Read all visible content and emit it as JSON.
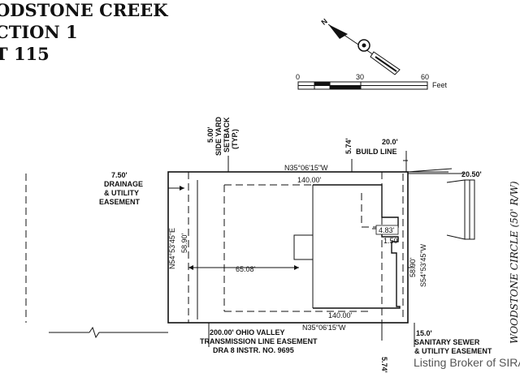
{
  "title_lines": [
    "ODSTONE CREEK",
    "CTION 1",
    "T 115"
  ],
  "north_label": "N",
  "scale": {
    "ticks": [
      "0",
      "30",
      "60"
    ],
    "unit": "Feet"
  },
  "labels": {
    "side_setback": [
      "5.00'",
      "SIDE YARD",
      "SETBACK",
      "(TYP.)"
    ],
    "top_offset": "5.74'",
    "build_line": [
      "20.0'",
      "BUILD LINE"
    ],
    "top_bearing": "N35°06'15\"W",
    "drainage": [
      "7.50'",
      "DRAINAGE",
      "& UTILITY",
      "EASEMENT"
    ],
    "right_setback": "20.50'",
    "road": "WOODSTONE CIRCLE (50' R/W)",
    "top_dist": "140.00'",
    "left_bearing": "N54°53'45\"E",
    "left_dist": "58.90'",
    "dim_483": "4.83'",
    "dim_150": "1.50'",
    "right_dist": "58.90'",
    "right_bearing": "S54°53'45\"W",
    "dim_6508": "65.08'",
    "bottom_dist": "140.00'",
    "bottom_bearing": "N35°06'15\"W",
    "bottom_offset": "5.74'",
    "transmission": [
      "200.00' OHIO VALLEY",
      "TRANSMISSION LINE EASEMENT",
      "DRA 8 INSTR. NO. 9695"
    ],
    "sanitary": [
      "15.0'",
      "SANITARY SEWER",
      "& UTILITY EASEMENT"
    ]
  },
  "watermark": "Listing Broker of SIRA"
}
